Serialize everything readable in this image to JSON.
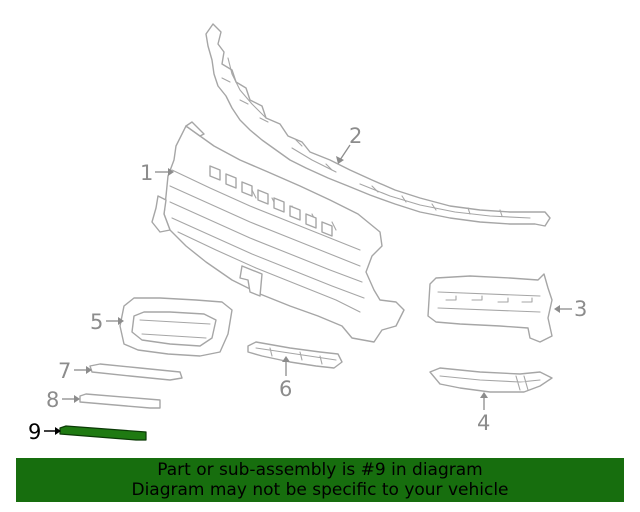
{
  "colors": {
    "highlight_part": "#1f7a12",
    "banner_background": "#176e0e",
    "part_outline": "#a6a6a6",
    "callout_text": "#8c8c8c"
  },
  "callouts": [
    {
      "id": "1",
      "label": "1",
      "highlighted": false
    },
    {
      "id": "2",
      "label": "2",
      "highlighted": false
    },
    {
      "id": "3",
      "label": "3",
      "highlighted": false
    },
    {
      "id": "4",
      "label": "4",
      "highlighted": false
    },
    {
      "id": "5",
      "label": "5",
      "highlighted": false
    },
    {
      "id": "6",
      "label": "6",
      "highlighted": false
    },
    {
      "id": "7",
      "label": "7",
      "highlighted": false
    },
    {
      "id": "8",
      "label": "8",
      "highlighted": false
    },
    {
      "id": "9",
      "label": "9",
      "highlighted": true
    }
  ],
  "banner": {
    "line1": "Part or sub-assembly is #9 in diagram",
    "line2": "Diagram may not be specific to your vehicle"
  }
}
